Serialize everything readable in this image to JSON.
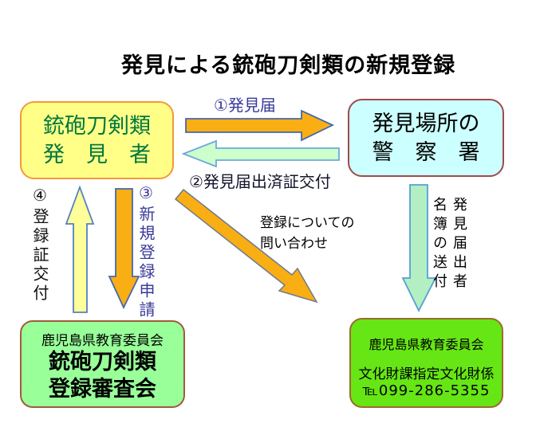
{
  "title": "発見による銃砲刀剣類の新規登録",
  "boxes": {
    "discoverer": {
      "line1": "銃砲刀剣類",
      "line2": "発　見　者"
    },
    "police": {
      "line1": "発見場所の",
      "line2": "警　察　署"
    },
    "review_board": {
      "org": "鹿児島県教育委員会",
      "line1": "銃砲刀剣類",
      "line2": "登録審査会"
    },
    "cultural_affairs": {
      "org": "鹿児島県教育委員会",
      "section": "文化財課指定文化財係",
      "tel": "℡099-286-5355"
    }
  },
  "arrows": {
    "step1": {
      "label": "①発見届"
    },
    "step2": {
      "label": "②発見届出済証交付"
    },
    "step3": {
      "label": "③新規登録申請"
    },
    "step4": {
      "label": "④登録証交付"
    },
    "inquiry": {
      "line1": "登録についての",
      "line2": "問い合わせ"
    },
    "reporter_list": {
      "col_right": "発見届出者",
      "col_left": "名簿の送付"
    }
  },
  "colors": {
    "arrow_orange": "#F9AE14",
    "arrow_border_blue": "#4468B0",
    "arrow_mint": "#CCFFCC",
    "arrow_mint_border": "#6FA8DC",
    "arrow_yellow": "#FFFF99",
    "arrow_yellow_border": "#5580C0",
    "arrow_green": "#B3EFC2",
    "arrow_green_border": "#55A0D5",
    "diagonal_border": "#6E7A8A",
    "box_yellow_bg": "#FFFF88",
    "box_yellow_border": "#F19A38",
    "box_cyan_bg": "#CCFFFF",
    "box_cyan_border": "#A04A4A",
    "box_green_light_bg": "#99FF99",
    "box_green_bright_bg": "#66E614",
    "text_green": "#007840",
    "text_navy": "#3A3A99"
  }
}
